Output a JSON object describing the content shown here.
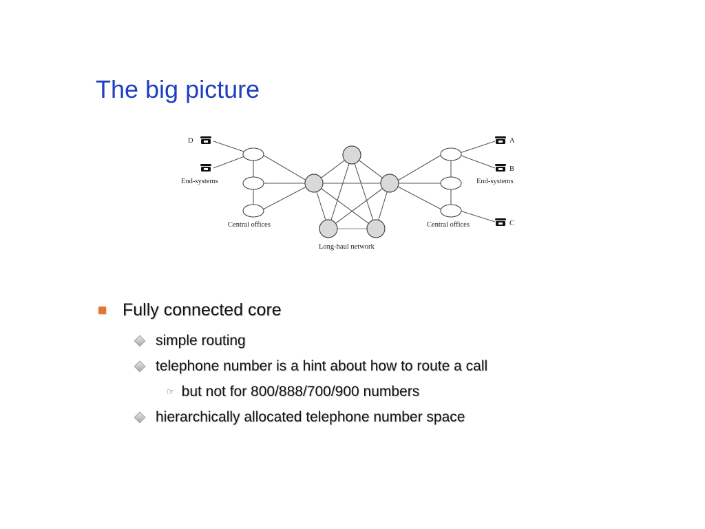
{
  "slide": {
    "title": "The big picture"
  },
  "diagram": {
    "labels": {
      "phone_d": "D",
      "phone_a": "A",
      "phone_b": "B",
      "phone_c": "C",
      "end_systems_left": "End-systems",
      "end_systems_right": "End-systems",
      "central_offices_left": "Central offices",
      "central_offices_right": "Central offices",
      "long_haul": "Long-haul network"
    },
    "icons": {
      "phone": "telephone-icon"
    }
  },
  "bullets": {
    "level1": "Fully connected core",
    "items": [
      "simple routing",
      "telephone number is a hint about how to route a call"
    ],
    "subitem": "but not for 800/888/700/900 numbers",
    "last_item": "hierarchically allocated telephone number space"
  },
  "colors": {
    "title": "#1f3fbf",
    "square_bullet": "#e8772e"
  }
}
